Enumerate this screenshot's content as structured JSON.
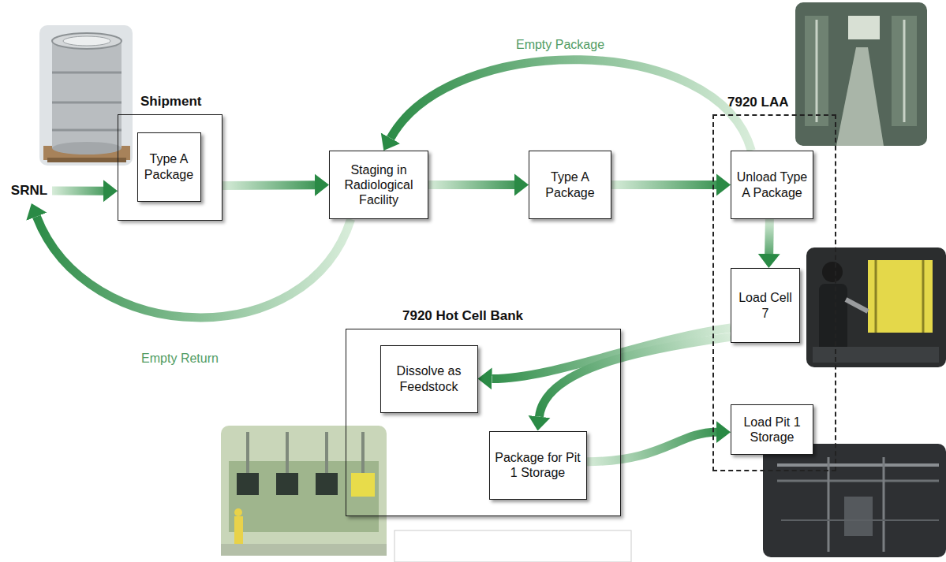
{
  "diagram": {
    "nodes": [
      {
        "text": [
          "SRNL"
        ]
      },
      {
        "text": [
          "Shipment"
        ]
      },
      {
        "text": [
          "Type A Package"
        ],
        "in": 1
      },
      {
        "text": [
          "Staging in Radiological Facility"
        ]
      },
      {
        "text": [
          "Type A Package"
        ]
      },
      {
        "text": [
          "7920 LAA"
        ]
      },
      {
        "text": [
          "Unload Type A Package"
        ],
        "in": 5
      },
      {
        "text": [
          "Load Cell 7"
        ],
        "in": 5
      },
      {
        "text": [
          "Load Pit 1 Storage"
        ],
        "in": 5
      },
      {
        "text": [
          "7920 Hot Cell Bank"
        ]
      },
      {
        "text": [
          "Dissolve as Feedstock"
        ],
        "in": 9
      },
      {
        "text": [
          "Package for Pit 1 Storage"
        ],
        "in": 9
      }
    ],
    "edges": [
      {
        "from": 0,
        "to": 1,
        "arrow": "to"
      },
      {
        "from": 1,
        "to": 3,
        "arrow": "to"
      },
      {
        "from": 3,
        "to": 4,
        "arrow": "to"
      },
      {
        "from": 4,
        "to": 6,
        "arrow": "to"
      },
      {
        "from": 6,
        "to": 3,
        "label": "Empty Package",
        "arrow": "to"
      },
      {
        "from": 3,
        "to": 0,
        "label": "Empty Return",
        "arrow": "to"
      },
      {
        "from": 6,
        "to": 7,
        "arrow": "to"
      },
      {
        "from": 7,
        "to": 10,
        "arrow": "to"
      },
      {
        "from": 7,
        "to": 11,
        "arrow": "to"
      },
      {
        "from": 11,
        "to": 8,
        "arrow": "to"
      }
    ]
  }
}
